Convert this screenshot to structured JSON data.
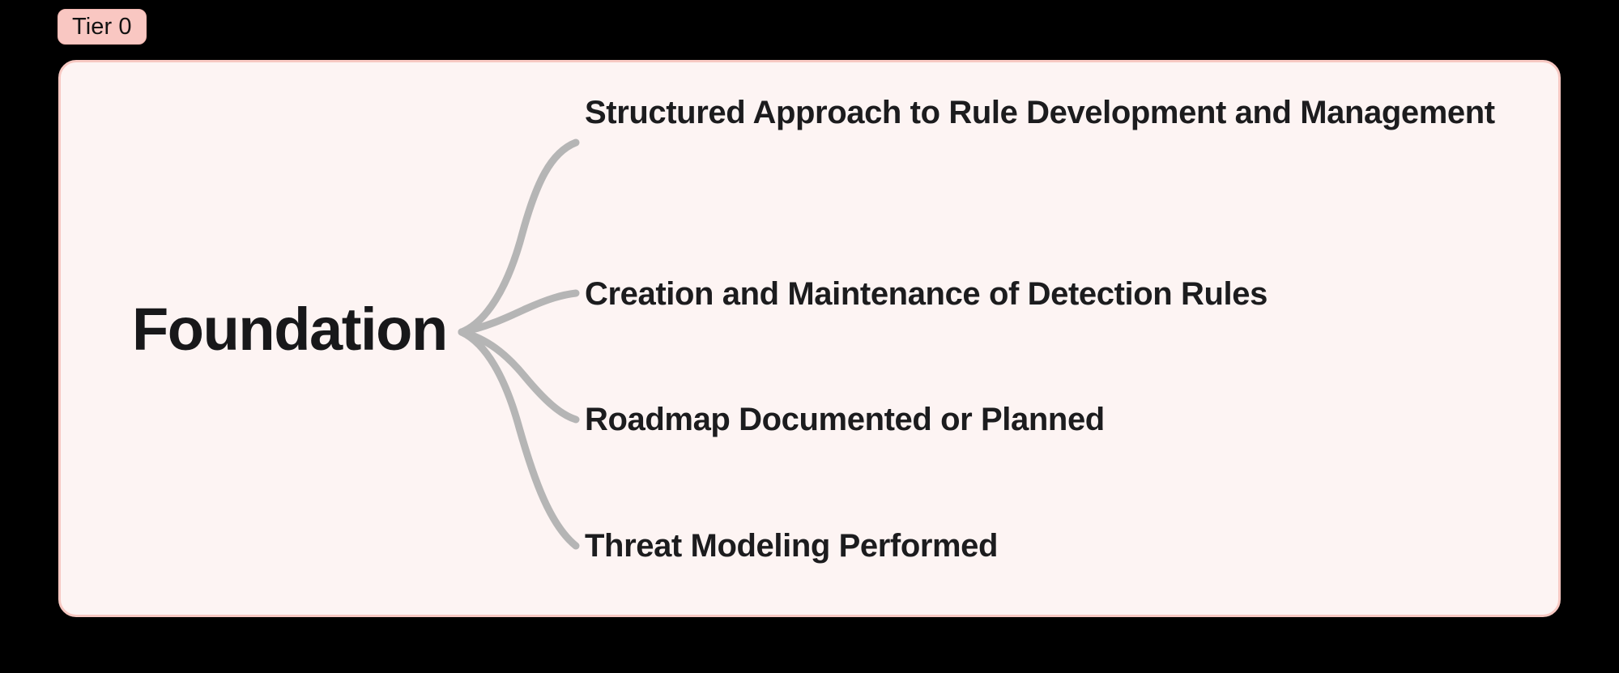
{
  "badge": {
    "label": "Tier 0"
  },
  "palette": {
    "page_background": "#000000",
    "panel_background": "#fdf4f3",
    "panel_border": "#f7c8c2",
    "badge_background": "#f9c7c2",
    "badge_text": "#121212",
    "node_text": "#18181a",
    "branch_stroke": "#b5b5b5"
  },
  "mindmap": {
    "root": {
      "label": "Foundation"
    },
    "branches": [
      {
        "label": "Structured Approach to Rule Development and Management"
      },
      {
        "label": "Creation and Maintenance of Detection Rules"
      },
      {
        "label": "Roadmap Documented or Planned"
      },
      {
        "label": "Threat Modeling Performed"
      }
    ]
  }
}
